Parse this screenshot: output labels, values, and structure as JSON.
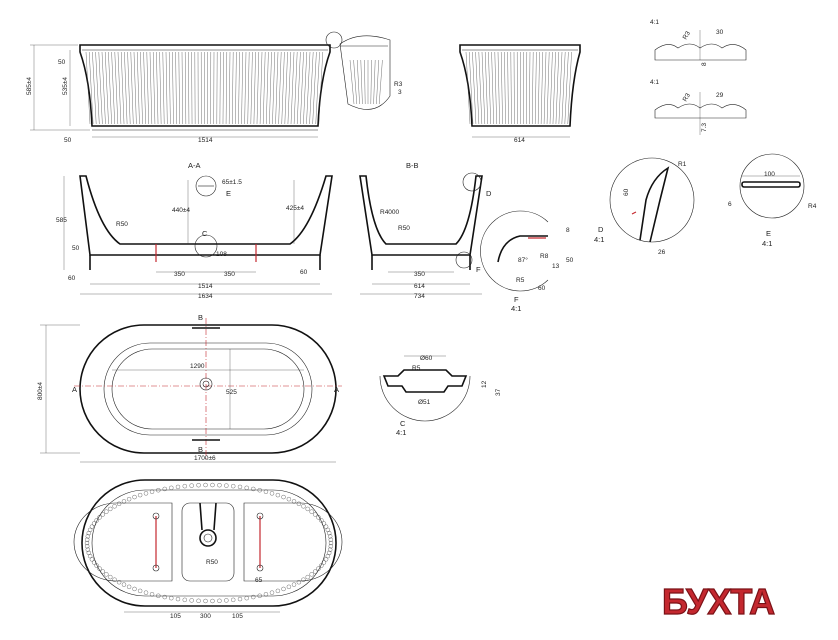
{
  "elevation": {
    "h_total": "585±4",
    "h_body": "535±4",
    "top_rim": "50",
    "bottom": "50",
    "len": "1514",
    "side_len": "614",
    "detail_r": "R3",
    "detail_w": "3"
  },
  "details_4_1": [
    {
      "scale": "4:1",
      "r": "R3",
      "w": "30",
      "d": "8"
    },
    {
      "scale": "4:1",
      "r": "R3",
      "w": "29",
      "d": "7.3"
    }
  ],
  "section_aa": {
    "title": "A-A",
    "d1": "65±1.5",
    "e_label": "E",
    "depth": "440±4",
    "h_right": "425±4",
    "h_left": "585",
    "r50": "R50",
    "c_label": "C",
    "foot_gap": "50",
    "gap_108": "108",
    "w350_l": "350",
    "w350_r": "350",
    "side_l": "60",
    "side_r": "60",
    "len_inner": "1514",
    "len_total": "1634"
  },
  "section_bb": {
    "title": "B-B",
    "d_label": "D",
    "r4000": "R4000",
    "r50": "R50",
    "f_label": "F",
    "w350": "350",
    "w614": "614",
    "w734": "734"
  },
  "detail_f": {
    "dim8": "8",
    "dim87": "87°",
    "r8": "R8",
    "dim13": "13",
    "dim50": "50",
    "r5": "R5",
    "dim60": "60",
    "title": "F",
    "scale": "4:1"
  },
  "detail_d": {
    "r1": "R1",
    "dim60": "60",
    "dim26": "26",
    "title": "D",
    "scale": "4:1"
  },
  "detail_e": {
    "w100": "100",
    "dim6": "6",
    "r4": "R4",
    "title": "E",
    "scale": "4:1"
  },
  "plan": {
    "b_top": "B",
    "b_bot": "B",
    "a_left": "A",
    "a_right": "A",
    "w_inner": "1290",
    "h_inner": "525",
    "width": "800±4",
    "length": "1700±6"
  },
  "detail_c": {
    "d60": "Ø60",
    "r5": "R5",
    "d12": "12",
    "d37": "37",
    "d51": "Ø51",
    "title": "C",
    "scale": "4:1"
  },
  "bottom_view": {
    "r50": "R50",
    "d65": "65",
    "w105_l": "105",
    "w300": "300",
    "w105_r": "105"
  },
  "brand": {
    "name": "БУХТА",
    "color": "#c4282f"
  }
}
